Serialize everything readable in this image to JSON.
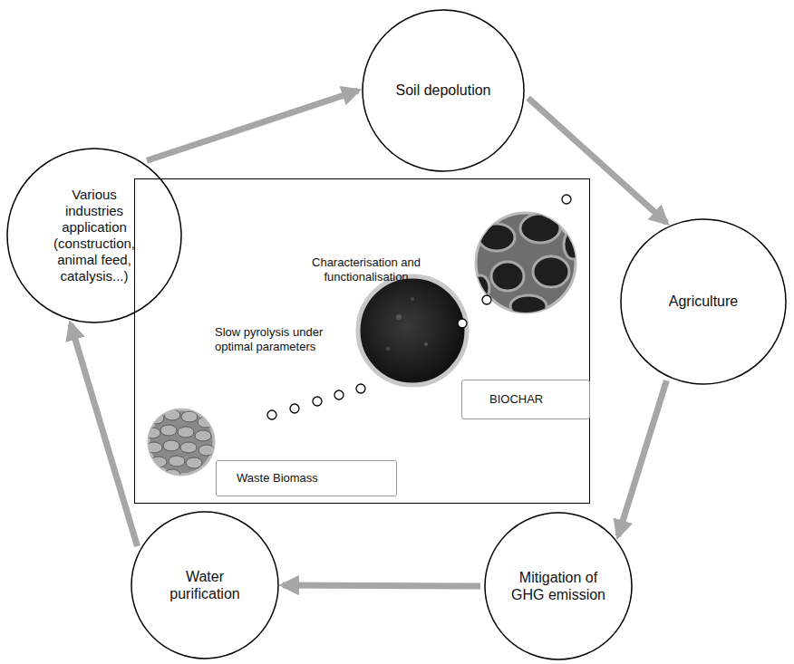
{
  "diagram": {
    "nodes": [
      {
        "text": [
          "Soil depolution"
        ]
      },
      {
        "text": [
          "Agriculture"
        ]
      },
      {
        "text": [
          "Mitigation of GHG emission"
        ]
      },
      {
        "text": [
          "Water purification"
        ]
      },
      {
        "text": [
          "Various industries application (construction, animal feed, catalysis...)"
        ]
      },
      {
        "text": [
          "Characterisation and functionalisation",
          "Slow pyrolysis under optimal parameters"
        ]
      },
      {
        "text": [
          "BIOCHAR"
        ],
        "in": 5
      },
      {
        "text": [
          "Waste Biomass"
        ],
        "in": 5
      }
    ],
    "edges": [
      {
        "from": 4,
        "to": 0,
        "arrow": "to"
      },
      {
        "from": 0,
        "to": 1,
        "arrow": "to"
      },
      {
        "from": 1,
        "to": 2,
        "arrow": "to"
      },
      {
        "from": 2,
        "to": 3,
        "arrow": "to"
      },
      {
        "from": 3,
        "to": 4,
        "arrow": "to"
      }
    ]
  }
}
